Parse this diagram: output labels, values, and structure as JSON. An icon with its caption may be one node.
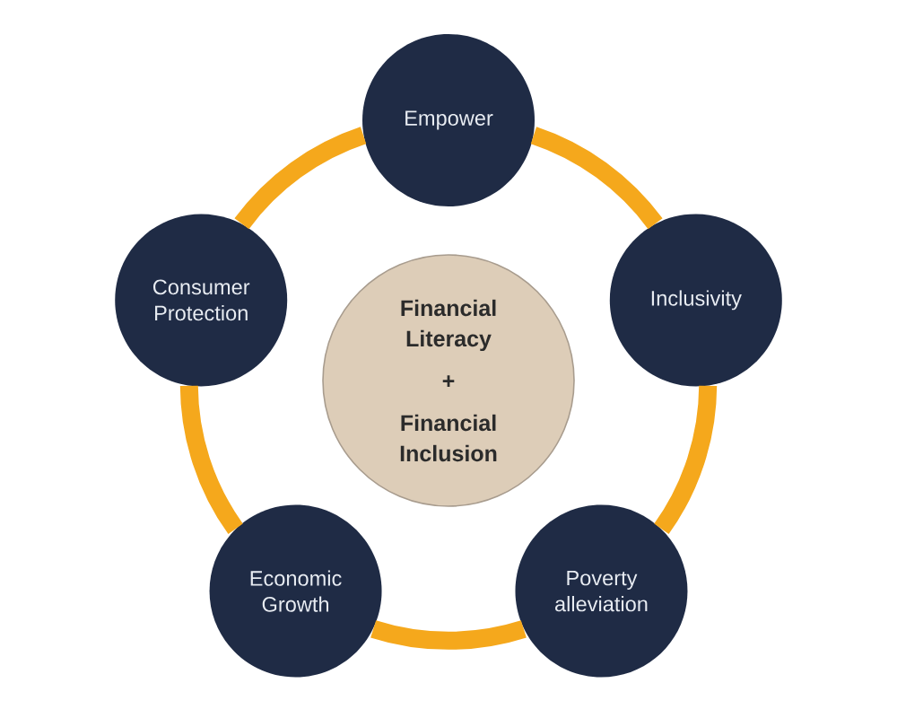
{
  "diagram": {
    "nodes": [
      {
        "text": [
          "Financial Literacy",
          "+",
          "Financial Inclusion"
        ]
      },
      {
        "text": [
          "Empower"
        ]
      },
      {
        "text": [
          "Inclusivity"
        ]
      },
      {
        "text": [
          "Poverty alleviation"
        ]
      },
      {
        "text": [
          "Economic Growth"
        ]
      },
      {
        "text": [
          "Consumer Protection"
        ]
      }
    ],
    "edges": [
      {
        "from": 1,
        "to": 2,
        "arrow": "none"
      },
      {
        "from": 2,
        "to": 3,
        "arrow": "none"
      },
      {
        "from": 3,
        "to": 4,
        "arrow": "none"
      },
      {
        "from": 4,
        "to": 5,
        "arrow": "none"
      },
      {
        "from": 5,
        "to": 1,
        "arrow": "none"
      }
    ]
  }
}
